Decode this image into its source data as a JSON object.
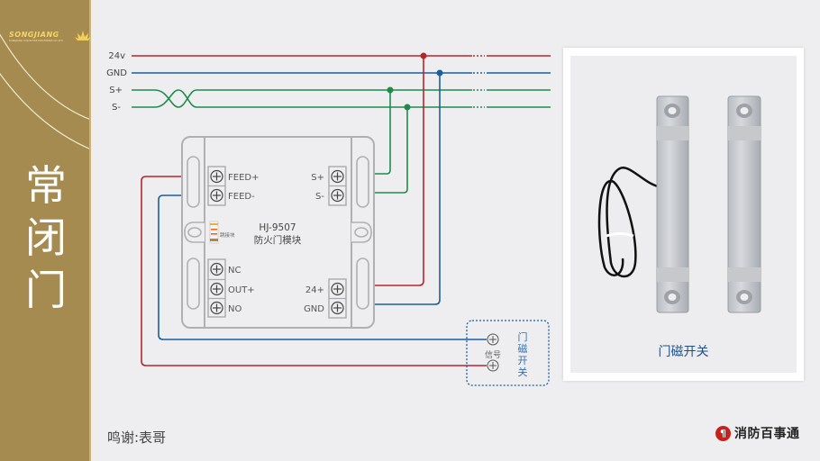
{
  "sidebar": {
    "brand": "SONGJIANG",
    "brand_sub": "SONGJIANG YUNAN FIRE ELECTRONIC CO.,LTD.",
    "title_chars": [
      "常",
      "闭",
      "门"
    ]
  },
  "bus": {
    "labels": [
      "24v",
      "GND",
      "S+",
      "S-"
    ],
    "colors": {
      "power": "#b5262b",
      "gnd": "#1a5f9e",
      "signal": "#1f8a4c"
    }
  },
  "module": {
    "model": "HJ-9507",
    "name": "防火门模块",
    "jumper_label": "跳接块",
    "left_terminals_top": [
      "FEED+",
      "FEED-"
    ],
    "right_terminals_top": [
      "S+",
      "S-"
    ],
    "left_terminals_bottom": [
      "NC",
      "OUT+",
      "NO"
    ],
    "right_terminals_bottom": [
      "24+",
      "GND"
    ]
  },
  "door_contact": {
    "terminal_label": "信号",
    "side_label_chars": [
      "门",
      "磁",
      "开",
      "关"
    ]
  },
  "photo": {
    "caption": "门磁开关"
  },
  "footer": {
    "credit": "鸣谢:表哥",
    "brand": "消防百事通",
    "brand_icon": "fire-extinguisher-logo"
  }
}
